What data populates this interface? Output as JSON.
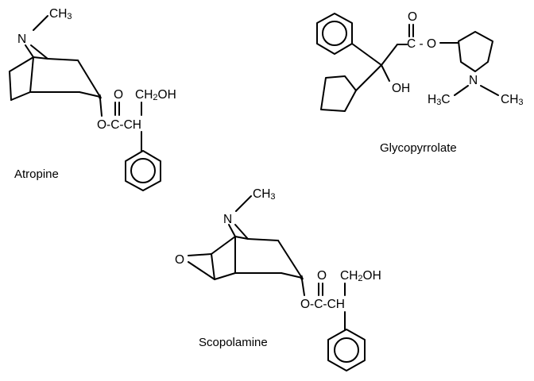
{
  "molecules": {
    "atropine": {
      "name": "Atropine",
      "n_label": "N",
      "ch3_label": "CH3",
      "carbonyl_o": "O",
      "ester_chain": "O-C-CH",
      "ch2oh_label": "CH2OH"
    },
    "glycopyrrolate": {
      "name": "Glycopyrrolate",
      "carbonyl_o": "O",
      "ester_label": "C - O",
      "oh_label": "OH",
      "n_label": "N",
      "left_methyl": "H3C",
      "right_methyl": "CH3"
    },
    "scopolamine": {
      "name": "Scopolamine",
      "n_label": "N",
      "ch3_label": "CH3",
      "epoxide_o": "O",
      "carbonyl_o": "O",
      "ester_chain": "O-C-CH",
      "ch2oh_label": "CH2OH"
    }
  }
}
